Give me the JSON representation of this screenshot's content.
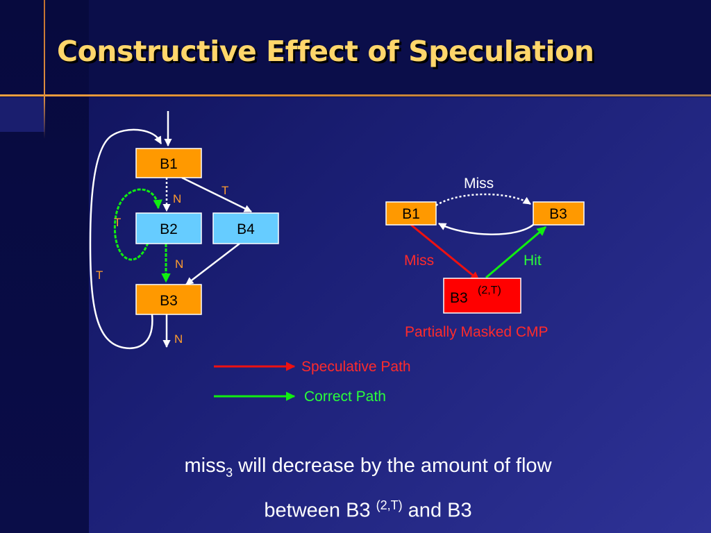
{
  "slide": {
    "title": "Constructive Effect of Speculation"
  },
  "cfg": {
    "nodes": {
      "b1": "B1",
      "b2": "B2",
      "b3": "B3",
      "b4": "B4"
    },
    "edge_labels": {
      "b1_b2": "N",
      "b1_b4": "T",
      "b2_loop": "T",
      "b2_b3": "N",
      "b3_loop": "T",
      "b3_exit": "N"
    }
  },
  "spec": {
    "nodes": {
      "b1": "B1",
      "b3": "B3",
      "b3_masked": "B3",
      "b3_masked_sup": "(2,T)"
    },
    "labels": {
      "top_miss": "Miss",
      "red_miss": "Miss",
      "hit": "Hit",
      "masked_caption": "Partially Masked CMP"
    }
  },
  "legend": {
    "speculative": "Speculative Path",
    "correct": "Correct Path"
  },
  "caption": {
    "l1_a": "miss",
    "l1_sub": "3",
    "l1_b": " will decrease by the amount of flow",
    "l2_a": "between B3 ",
    "l2_sup": "(2,T)",
    "l2_b": " and B3"
  },
  "colors": {
    "orange": "#ff9900",
    "cyan": "#66ccff",
    "red": "#ff0000",
    "green": "#00ee00",
    "title": "#ffd66b"
  }
}
